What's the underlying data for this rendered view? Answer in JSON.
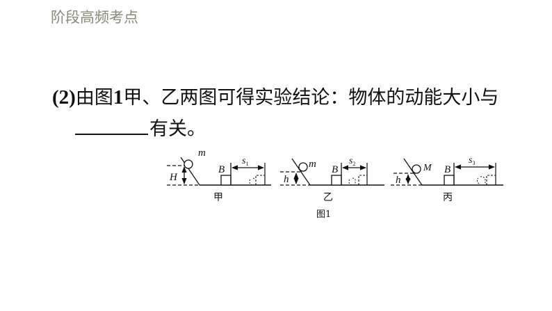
{
  "header": {
    "title": "阶段高频考点"
  },
  "question": {
    "number": "(2)",
    "text_before_fig": "由图",
    "fig_ref": "1",
    "text_after_fig": "甲、乙两图可得实验结论：物体的动能大小与",
    "answer_suffix": "有关。"
  },
  "figure": {
    "caption": "图1",
    "panels": [
      {
        "name": "甲",
        "mass_label": "m",
        "height_label": "H",
        "block_label": "B",
        "distance_label": "s",
        "distance_sub": "1"
      },
      {
        "name": "乙",
        "mass_label": "m",
        "height_label": "h",
        "block_label": "B",
        "distance_label": "s",
        "distance_sub": "2"
      },
      {
        "name": "丙",
        "mass_label": "M",
        "height_label": "h",
        "block_label": "B",
        "distance_label": "s",
        "distance_sub": "3"
      }
    ]
  }
}
